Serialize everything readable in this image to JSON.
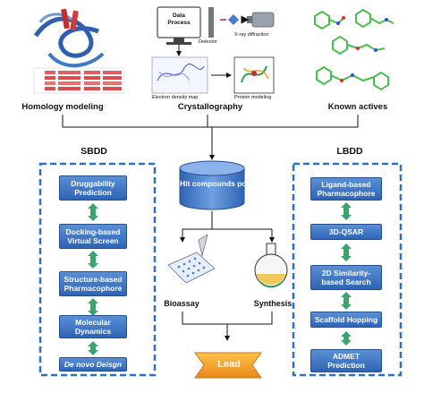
{
  "top_labels": {
    "homology": "Homology modeling",
    "crystallography": "Crystallography",
    "known_actives": "Known actives"
  },
  "crystal_panel": {
    "data_process": "Data\nProcess",
    "detector": "Detector",
    "xray": "X-ray diffraction",
    "density_map": "Electron density map",
    "protein_modeling": "Protein modeling"
  },
  "sbdd": {
    "title": "SBDD",
    "steps": [
      "Druggability\nPrediction",
      "Docking-based\nVirtual Screen",
      "Structure-based\nPharmacophore",
      "Molecular\nDynamics",
      "De novo Deisgn"
    ]
  },
  "lbdd": {
    "title": "LBDD",
    "steps": [
      "Ligand-based\nPharmacophore",
      "3D-QSAR",
      "2D Similarity-\nbased Search",
      "Scaffold Hopping",
      "ADMET\nPrediction"
    ]
  },
  "center": {
    "hit_pool": "Hit compounds pool",
    "bioassay": "Bioassay",
    "synthesis": "Synthesis",
    "lead": "Lead"
  },
  "colors": {
    "box_blue": "#3a6fbf",
    "dashed_border": "#2f6fbf",
    "connector_green": "#3aa56b",
    "lead_orange": "#f5a623"
  }
}
